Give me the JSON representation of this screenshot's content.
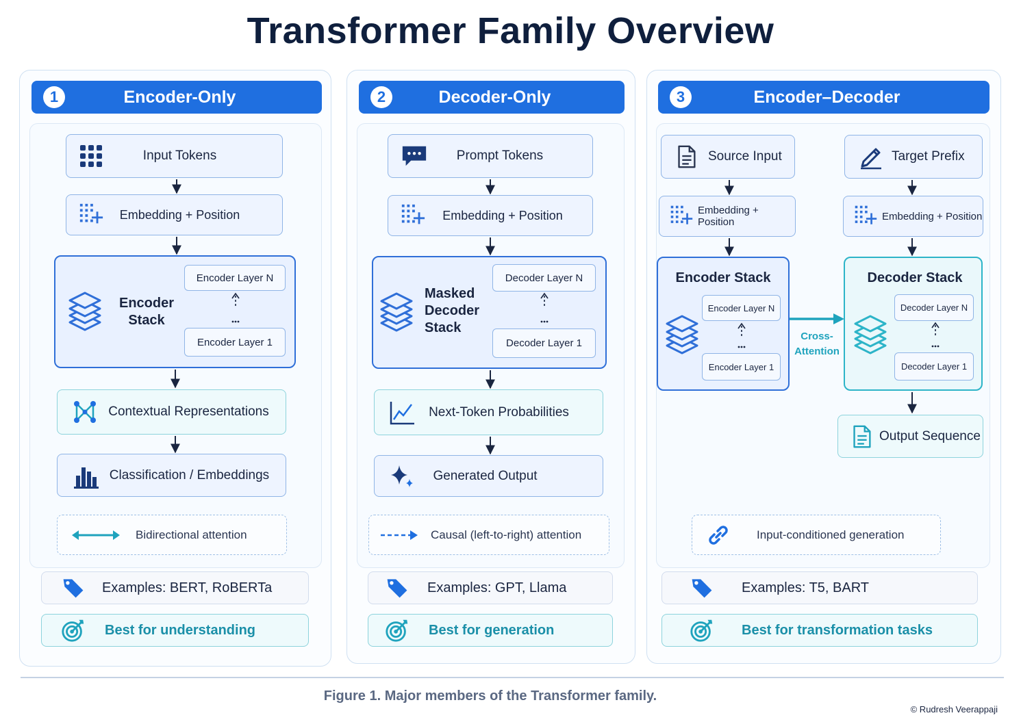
{
  "title": "Transformer Family Overview",
  "caption": "Figure 1. Major members of the Transformer family.",
  "copyright": "© Rudresh Veerappaji",
  "colors": {
    "primary": "#1f6fe0",
    "teal": "#1fa3bd",
    "dark": "#0f1f3d"
  },
  "encoder_only": {
    "number": "1",
    "header": "Encoder-Only",
    "input": "Input Tokens",
    "embedding": "Embedding + Position",
    "stack_title": "Encoder Stack",
    "layer_n": "Encoder Layer N",
    "layer_1": "Encoder Layer 1",
    "contextual": "Contextual Representations",
    "output": "Classification / Embeddings",
    "attention": "Bidirectional attention",
    "examples": "Examples: BERT, RoBERTa",
    "best": "Best for understanding"
  },
  "decoder_only": {
    "number": "2",
    "header": "Decoder-Only",
    "input": "Prompt Tokens",
    "embedding": "Embedding + Position",
    "stack_title": "Masked Decoder Stack",
    "layer_n": "Decoder Layer N",
    "layer_1": "Decoder Layer 1",
    "probabilities": "Next-Token Probabilities",
    "output": "Generated Output",
    "attention": "Causal (left-to-right) attention",
    "examples": "Examples: GPT, Llama",
    "best": "Best for generation"
  },
  "encoder_decoder": {
    "number": "3",
    "header": "Encoder–Decoder",
    "source_input": "Source Input",
    "target_prefix": "Target Prefix",
    "embedding_left": "Embedding + Position",
    "embedding_right": "Embedding + Position",
    "encoder_stack_title": "Encoder Stack",
    "decoder_stack_title": "Decoder Stack",
    "enc_layer_n": "Encoder Layer N",
    "enc_layer_1": "Encoder Layer 1",
    "dec_layer_n": "Decoder Layer N",
    "dec_layer_1": "Decoder Layer 1",
    "cross_attention": "Cross-Attention",
    "output": "Output Sequence",
    "attention": "Input-conditioned generation",
    "examples": "Examples: T5, BART",
    "best": "Best for transformation tasks"
  }
}
